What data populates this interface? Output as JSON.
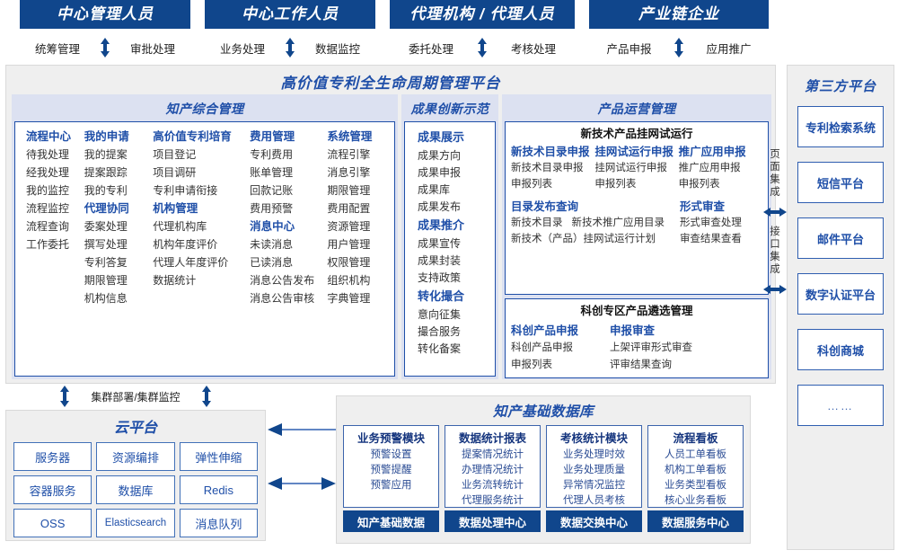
{
  "roles": [
    {
      "title": "中心管理人员",
      "left": "统筹管理",
      "right": "审批处理"
    },
    {
      "title": "中心工作人员",
      "left": "业务处理",
      "right": "数据监控"
    },
    {
      "title": "代理机构 / 代理人员",
      "left": "委托处理",
      "right": "考核处理"
    },
    {
      "title": "产业链企业",
      "left": "产品申报",
      "right": "应用推广"
    }
  ],
  "platform": {
    "title": "高价值专利全生命周期管理平台",
    "sections": {
      "zcz": {
        "title": "知产综合管理",
        "columns": [
          {
            "groups": [
              {
                "header": "流程中心",
                "links": [
                  "待我处理",
                  "经我处理",
                  "我的监控",
                  "流程监控",
                  "流程查询",
                  "工作委托"
                ]
              }
            ]
          },
          {
            "groups": [
              {
                "header": "我的申请",
                "links": [
                  "我的提案",
                  "提案跟踪",
                  "我的专利"
                ]
              },
              {
                "header": "代理协同",
                "links": [
                  "委案处理",
                  "撰写处理",
                  "专利答复",
                  "期限管理",
                  "机构信息"
                ]
              }
            ]
          },
          {
            "groups": [
              {
                "header": "高价值专利培育",
                "links": [
                  "项目登记",
                  "项目调研",
                  "专利申请衔接"
                ]
              },
              {
                "header": "机构管理",
                "links": [
                  "代理机构库",
                  "机构年度评价",
                  "代理人年度评价",
                  "数据统计"
                ]
              }
            ]
          },
          {
            "groups": [
              {
                "header": "费用管理",
                "links": [
                  "专利费用",
                  "账单管理",
                  "回款记账",
                  "费用预警"
                ]
              },
              {
                "header": "消息中心",
                "links": [
                  "未读消息",
                  "已读消息",
                  "消息公告发布",
                  "消息公告审核"
                ]
              }
            ]
          },
          {
            "groups": [
              {
                "header": "系统管理",
                "links": [
                  "流程引擎",
                  "消息引擎",
                  "期限管理",
                  "费用配置",
                  "资源管理",
                  "用户管理",
                  "权限管理",
                  "组织机构",
                  "字典管理"
                ]
              }
            ]
          }
        ]
      },
      "cgcx": {
        "title": "成果创新示范",
        "groups": [
          {
            "header": "成果展示",
            "links": [
              "成果方向",
              "成果申报",
              "成果库",
              "成果发布"
            ]
          },
          {
            "header": "成果推介",
            "links": [
              "成果宣传",
              "成果封装",
              "支持政策"
            ]
          },
          {
            "header": "转化撮合",
            "links": [
              "意向征集",
              "撮合服务",
              "转化备案"
            ]
          }
        ]
      },
      "cpyy": {
        "title": "产品运营管理",
        "box1": {
          "title": "新技术产品挂网试运行",
          "columns": [
            {
              "header": "新技术目录申报",
              "links": [
                "新技术目录申报",
                "申报列表"
              ]
            },
            {
              "header": "挂网试运行申报",
              "links": [
                "挂网试运行申报",
                "申报列表"
              ]
            },
            {
              "header": "推广应用申报",
              "links": [
                "推广应用申报",
                "申报列表"
              ]
            }
          ],
          "bottom_left_header": "目录发布查询",
          "bottom_left_inline": [
            "新技术目录",
            "新技术推广应用目录"
          ],
          "bottom_left_line2": "新技术（产品）挂网试运行计划",
          "bottom_right_header": "形式审查",
          "bottom_right_links": [
            "形式审查处理",
            "审查结果查看"
          ]
        },
        "box2": {
          "title": "科创专区产品遴选管理",
          "columns": [
            {
              "header": "科创产品申报",
              "links": [
                "科创产品申报",
                "申报列表"
              ]
            },
            {
              "header": "申报审查",
              "links": [
                "上架评审形式审查",
                "评审结果查询"
              ]
            }
          ]
        }
      }
    }
  },
  "integration": {
    "top_label": "页面集成",
    "bottom_label": "接口集成"
  },
  "third_party": {
    "title": "第三方平台",
    "items": [
      "专利检索系统",
      "短信平台",
      "邮件平台",
      "数字认证平台",
      "科创商城",
      "……"
    ]
  },
  "cluster_label": "集群部署/集群监控",
  "cloud": {
    "title": "云平台",
    "cells": [
      "服务器",
      "资源编排",
      "弹性伸缩",
      "容器服务",
      "数据库",
      "Redis",
      "OSS",
      "Elasticsearch",
      "消息队列"
    ]
  },
  "database": {
    "title": "知产基础数据库",
    "columns": [
      {
        "header": "业务预警模块",
        "links": [
          "预警设置",
          "预警提醒",
          "预警应用"
        ],
        "footer": "知产基础数据"
      },
      {
        "header": "数据统计报表",
        "links": [
          "提案情况统计",
          "办理情况统计",
          "业务流转统计",
          "代理服务统计"
        ],
        "footer": "数据处理中心"
      },
      {
        "header": "考核统计模块",
        "links": [
          "业务处理时效",
          "业务处理质量",
          "异常情况监控",
          "代理人员考核"
        ],
        "footer": "数据交换中心"
      },
      {
        "header": "流程看板",
        "links": [
          "人员工单看板",
          "机构工单看板",
          "业务类型看板",
          "核心业务看板"
        ],
        "footer": "数据服务中心"
      }
    ]
  },
  "colors": {
    "brand_dark": "#10468C",
    "brand": "#1F4FA8",
    "panel": "#DCE1F1",
    "frame": "#EFEFEF"
  }
}
